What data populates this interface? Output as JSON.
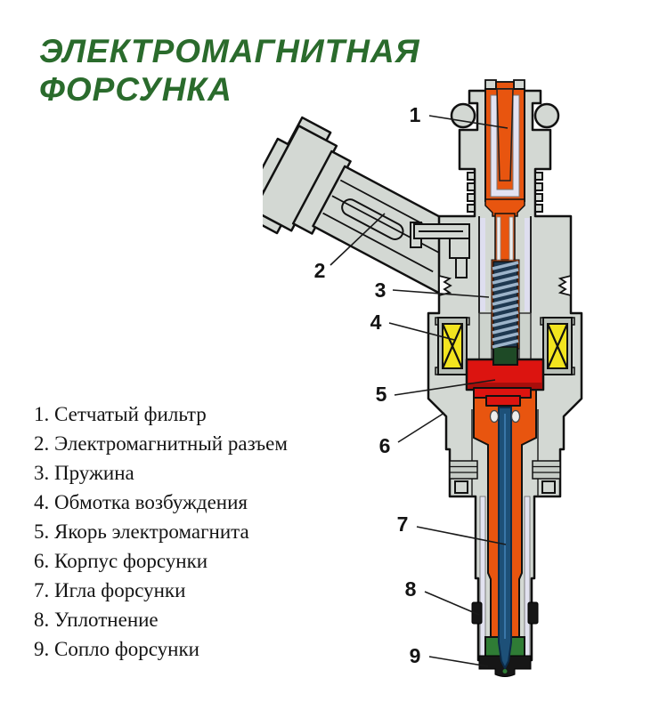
{
  "title": {
    "line1": "ЭЛЕКТРОМАГНИТНАЯ",
    "line2": "ФОРСУНКА",
    "color": "#2a6b2c"
  },
  "legend": {
    "items": [
      {
        "callout": "1",
        "list_label": "1. Сетчатый фильтр",
        "part": "Сетчатый фильтр"
      },
      {
        "callout": "2",
        "list_label": "2. Электромагнитный разъем",
        "part": "Электромагнитный разъем"
      },
      {
        "callout": "3",
        "list_label": "3. Пружина",
        "part": "Пружина"
      },
      {
        "callout": "4",
        "list_label": "4. Обмотка возбуждения",
        "part": "Обмотка возбуждения"
      },
      {
        "callout": "5",
        "list_label": "5. Якорь электромагнита",
        "part": "Якорь электромагнита"
      },
      {
        "callout": "6",
        "list_label": "6. Корпус форсунки",
        "part": "Корпус форсунки"
      },
      {
        "callout": "7",
        "list_label": "7. Игла форсунки",
        "part": "Игла форсунки"
      },
      {
        "callout": "8",
        "list_label": "8. Уплотнение",
        "part": "Уплотнение"
      },
      {
        "callout": "9",
        "list_label": "9. Сопло форсунки",
        "part": "Сопло форсунки"
      }
    ]
  },
  "diagram": {
    "subject": "электромагнитная форсунка (разрез)",
    "colors": {
      "body_metal": "#d3d8d3",
      "fuel_passage": "#e8550f",
      "spring_light": "#9cb3c9",
      "spring_dark": "#1e3850",
      "winding": "#f2e41f",
      "armature": "#dc1410",
      "needle": "#1d5078",
      "stem_green": "#1e4a26",
      "tip_green": "#2f7c35",
      "nozzle": "#161616",
      "outline": "#111111"
    }
  }
}
